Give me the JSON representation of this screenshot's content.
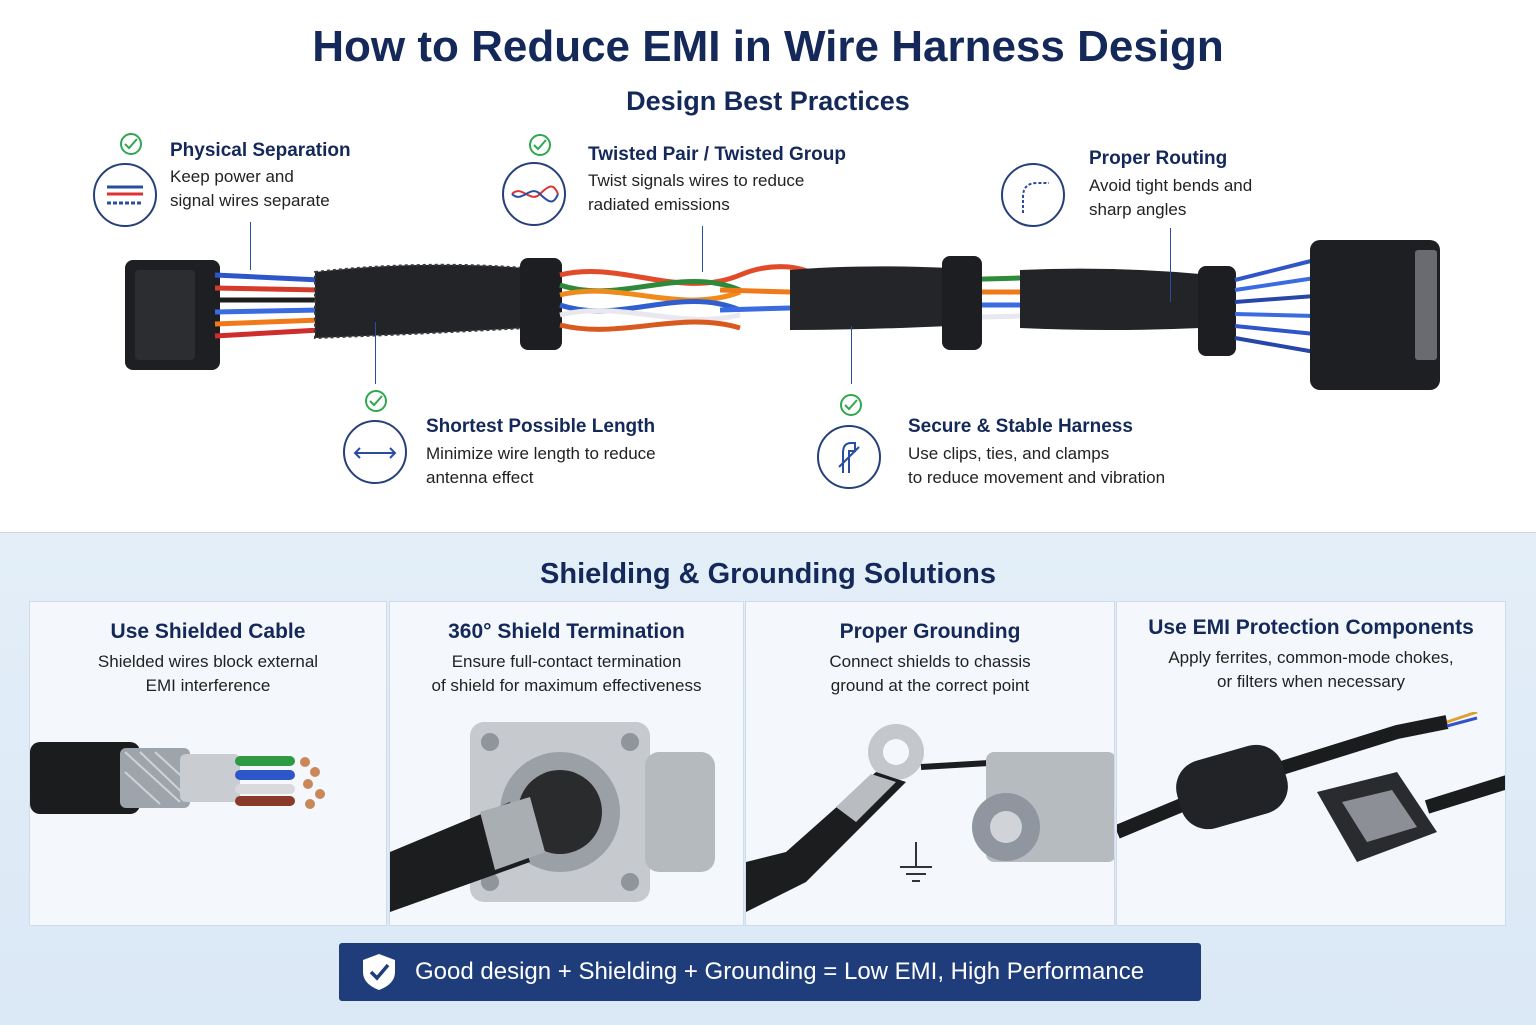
{
  "title": "How to Reduce EMI in Wire Harness Design",
  "subtitle": "Design Best Practices",
  "practices": [
    {
      "title": "Physical Separation",
      "line1": "Keep power and",
      "line2": "signal wires separate",
      "icon": "separated-wires-icon"
    },
    {
      "title": "Twisted Pair / Twisted Group",
      "line1": "Twist signals wires to reduce",
      "line2": "radiated emissions",
      "icon": "twisted-pair-icon"
    },
    {
      "title": "Proper Routing",
      "line1": "Avoid tight bends and",
      "line2": "sharp angles",
      "icon": "routing-curve-icon"
    },
    {
      "title": "Shortest Possible Length",
      "line1": "Minimize wire length to reduce",
      "line2": "antenna effect",
      "icon": "double-arrow-icon"
    },
    {
      "title": "Secure & Stable Harness",
      "line1": "Use clips, ties, and clamps",
      "line2": "to reduce movement and vibration",
      "icon": "clip-icon"
    }
  ],
  "shielding": {
    "title": "Shielding & Grounding Solutions",
    "cards": [
      {
        "title": "Use Shielded Cable",
        "line1": "Shielded wires block external",
        "line2": "EMI interference"
      },
      {
        "title": "360° Shield Termination",
        "line1": "Ensure full-contact termination",
        "line2": "of shield for maximum effectiveness"
      },
      {
        "title": "Proper Grounding",
        "line1": "Connect shields to chassis",
        "line2": "ground at the correct point"
      },
      {
        "title": "Use EMI Protection Components",
        "line1": "Apply ferrites, common-mode chokes,",
        "line2": "or filters when necessary"
      }
    ]
  },
  "banner": {
    "text": "Good design + Shielding + Grounding = Low EMI, High Performance",
    "icon": "shield-check-icon"
  },
  "colors": {
    "navy": "#14295a",
    "check_green": "#2fa84f",
    "banner_bg": "#1f3d7a"
  }
}
